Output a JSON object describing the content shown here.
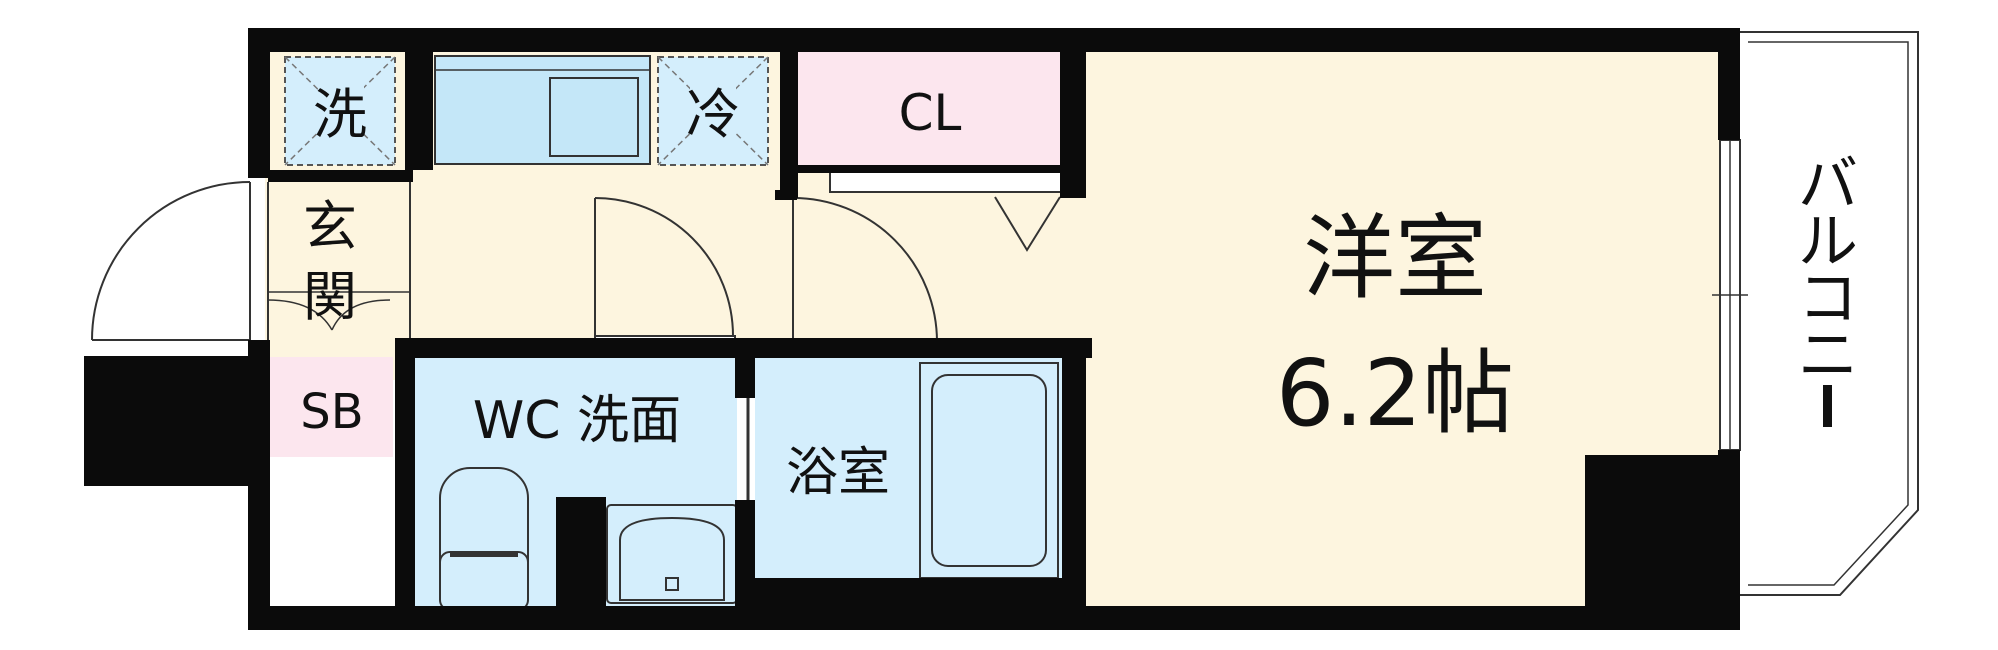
{
  "rooms": {
    "washer": "洗",
    "fridge": "冷",
    "closet": "CL",
    "entrance": [
      "玄",
      "関"
    ],
    "shoe_box": "SB",
    "wc_washroom": "WC 洗面",
    "bathroom": "浴室",
    "western_room": "洋室",
    "western_room_size": "6.2帖",
    "balcony": [
      "バ",
      "ル",
      "コ",
      "ニ",
      "ー"
    ]
  },
  "colors": {
    "wall": "#0b0b0b",
    "western_room_floor": "#fdf5df",
    "wet_area_floor": "#d4eefc",
    "closet_floor": "#fce6ee",
    "shoe_box_floor": "#fce6ee",
    "kitchen_counter": "#c4e7f8",
    "fixture_line": "#333333"
  }
}
